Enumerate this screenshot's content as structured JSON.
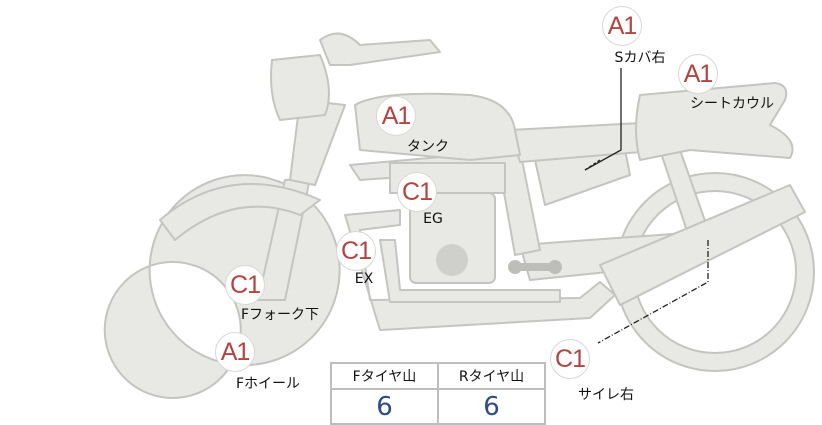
{
  "parts": [
    {
      "grade": "A1",
      "name": "Sカバ右"
    },
    {
      "grade": "A1",
      "name": "シートカウル"
    },
    {
      "grade": "A1",
      "name": "タンク"
    },
    {
      "grade": "C1",
      "name": "EG"
    },
    {
      "grade": "C1",
      "name": "EX"
    },
    {
      "grade": "C1",
      "name": "Fフォーク下"
    },
    {
      "grade": "A1",
      "name": "Fホイール"
    },
    {
      "grade": "C1",
      "name": "サイレ右"
    }
  ],
  "tire_tread": {
    "headers": [
      "Fタイヤ山",
      "Rタイヤ山"
    ],
    "values": [
      "6",
      "6"
    ]
  },
  "colors": {
    "grade_text": "#b5433f",
    "tread_value": "#2d4a8a",
    "body_fill": "#e8e8e4",
    "body_stroke": "#c4c4c0"
  }
}
